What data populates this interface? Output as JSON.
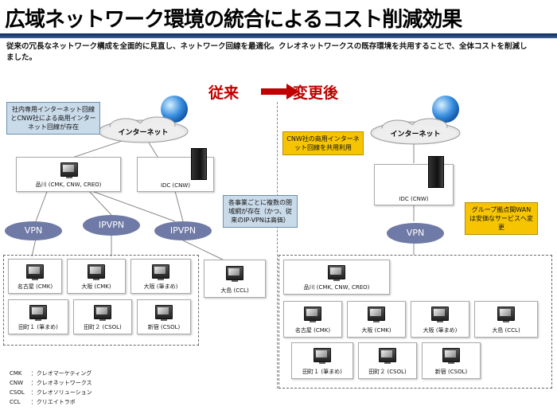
{
  "title": "広域ネットワーク環境の統合によるコスト削減効果",
  "subtitle": "従来の冗長なネットワーク構成を全面的に見直し、ネットワーク回線を最適化。クレオネットワークスの既存環境を共用することで、全体コストを削減しました。",
  "phase_before": "従来",
  "phase_after": "変更後",
  "internet_label": "インターネット",
  "before": {
    "callout_top": "社内専用インターネット回線とCNW社による商用インターネット回線が存在",
    "callout_right": "各事業ごとに複数の閉域網が存在（かつ、従来のIP-VPNは高価）",
    "shinagawa": "品川 (CMK, CNW, CREO)",
    "idc": "IDC (CNW)",
    "vpn1": "VPN",
    "vpn2": "IPVPN",
    "vpn3": "IPVPN",
    "sites": [
      "名古屋 (CMK)",
      "大阪 (CMK)",
      "大阪 (筆まめ)",
      "田町１ (筆まめ)",
      "田町２ (CSOL)",
      "新宿 (CSOL)"
    ],
    "ooshima": "大島 (CCL)"
  },
  "after": {
    "callout_top": "CNW社の商用インターネット回線を共用利用",
    "callout_right": "グループ拠点間WANは安価なサービスへ変更",
    "idc": "IDC (CNW)",
    "vpn": "VPN",
    "sites": [
      "品川 (CMK, CNW, CREO)",
      "名古屋 (CMK)",
      "大阪 (CMK)",
      "大阪 (筆まめ)",
      "大島 (CCL)",
      "田町１ (筆まめ)",
      "田町２ (CSOL)",
      "新宿 (CSOL)"
    ]
  },
  "legend": [
    {
      "abbr": "CMK",
      "name": "：クレオマーケティング"
    },
    {
      "abbr": "CNW",
      "name": "：クレオネットワークス"
    },
    {
      "abbr": "CSOL",
      "name": "：クレオソリューション"
    },
    {
      "abbr": "CCL",
      "name": "：クリエイトラボ"
    }
  ],
  "colors": {
    "accent": "#c00000",
    "vpn": "#6f7aa6",
    "callout_blue": "#c9dae9",
    "callout_yellow": "#f6c400"
  }
}
